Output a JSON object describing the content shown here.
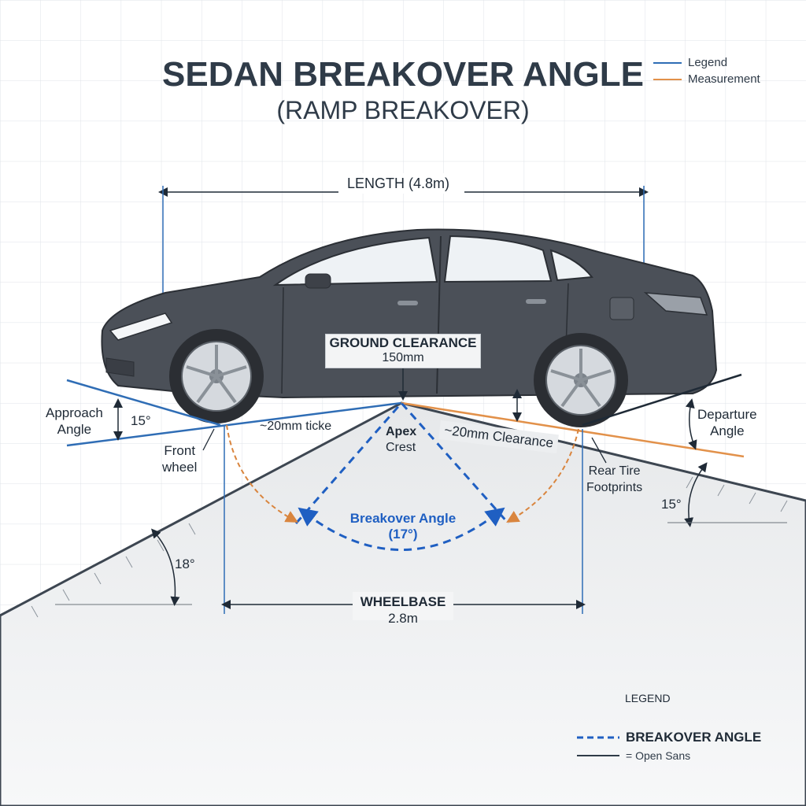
{
  "title": "SEDAN BREAKOVER ANGLE",
  "subtitle": "(RAMP BREAKOVER)",
  "legend_top": [
    {
      "label": "Legend",
      "color": "#2f6db5"
    },
    {
      "label": "Measurement",
      "color": "#e2914a"
    }
  ],
  "labels": {
    "length": "LENGTH (4.8m)",
    "ground_clearance_title": "GROUND CLEARANCE",
    "ground_clearance_value": "150mm",
    "approach_angle": "Approach\nAngle",
    "approach_value": "15°",
    "front_clearance": "~20mm ticke",
    "front_wheel": "Front\nwheel",
    "apex": "Apex",
    "crest": "Crest",
    "rear_clearance": "~20mm Clearance",
    "departure_angle": "Departure\nAngle",
    "rear_tire": "Rear Tire\nFootprints",
    "departure_value": "15°",
    "breakover_angle": "Breakover Angle",
    "breakover_value": "(17°)",
    "ramp_value": "18°",
    "wheelbase": "WHEELBASE",
    "wheelbase_value": "2.8m"
  },
  "legend_bottom": {
    "title": "LEGEND",
    "items": [
      {
        "label": "BREAKOVER ANGLE",
        "style": "dashed",
        "color": "#1f5fc2"
      },
      {
        "label": "= Open Sans",
        "style": "solid",
        "color": "#2f3b48"
      }
    ]
  },
  "colors": {
    "car_body": "#4a4f57",
    "grid": "#d9dde2",
    "blue": "#1f5fc2",
    "orange": "#e2914a",
    "dark": "#1f2a36"
  }
}
